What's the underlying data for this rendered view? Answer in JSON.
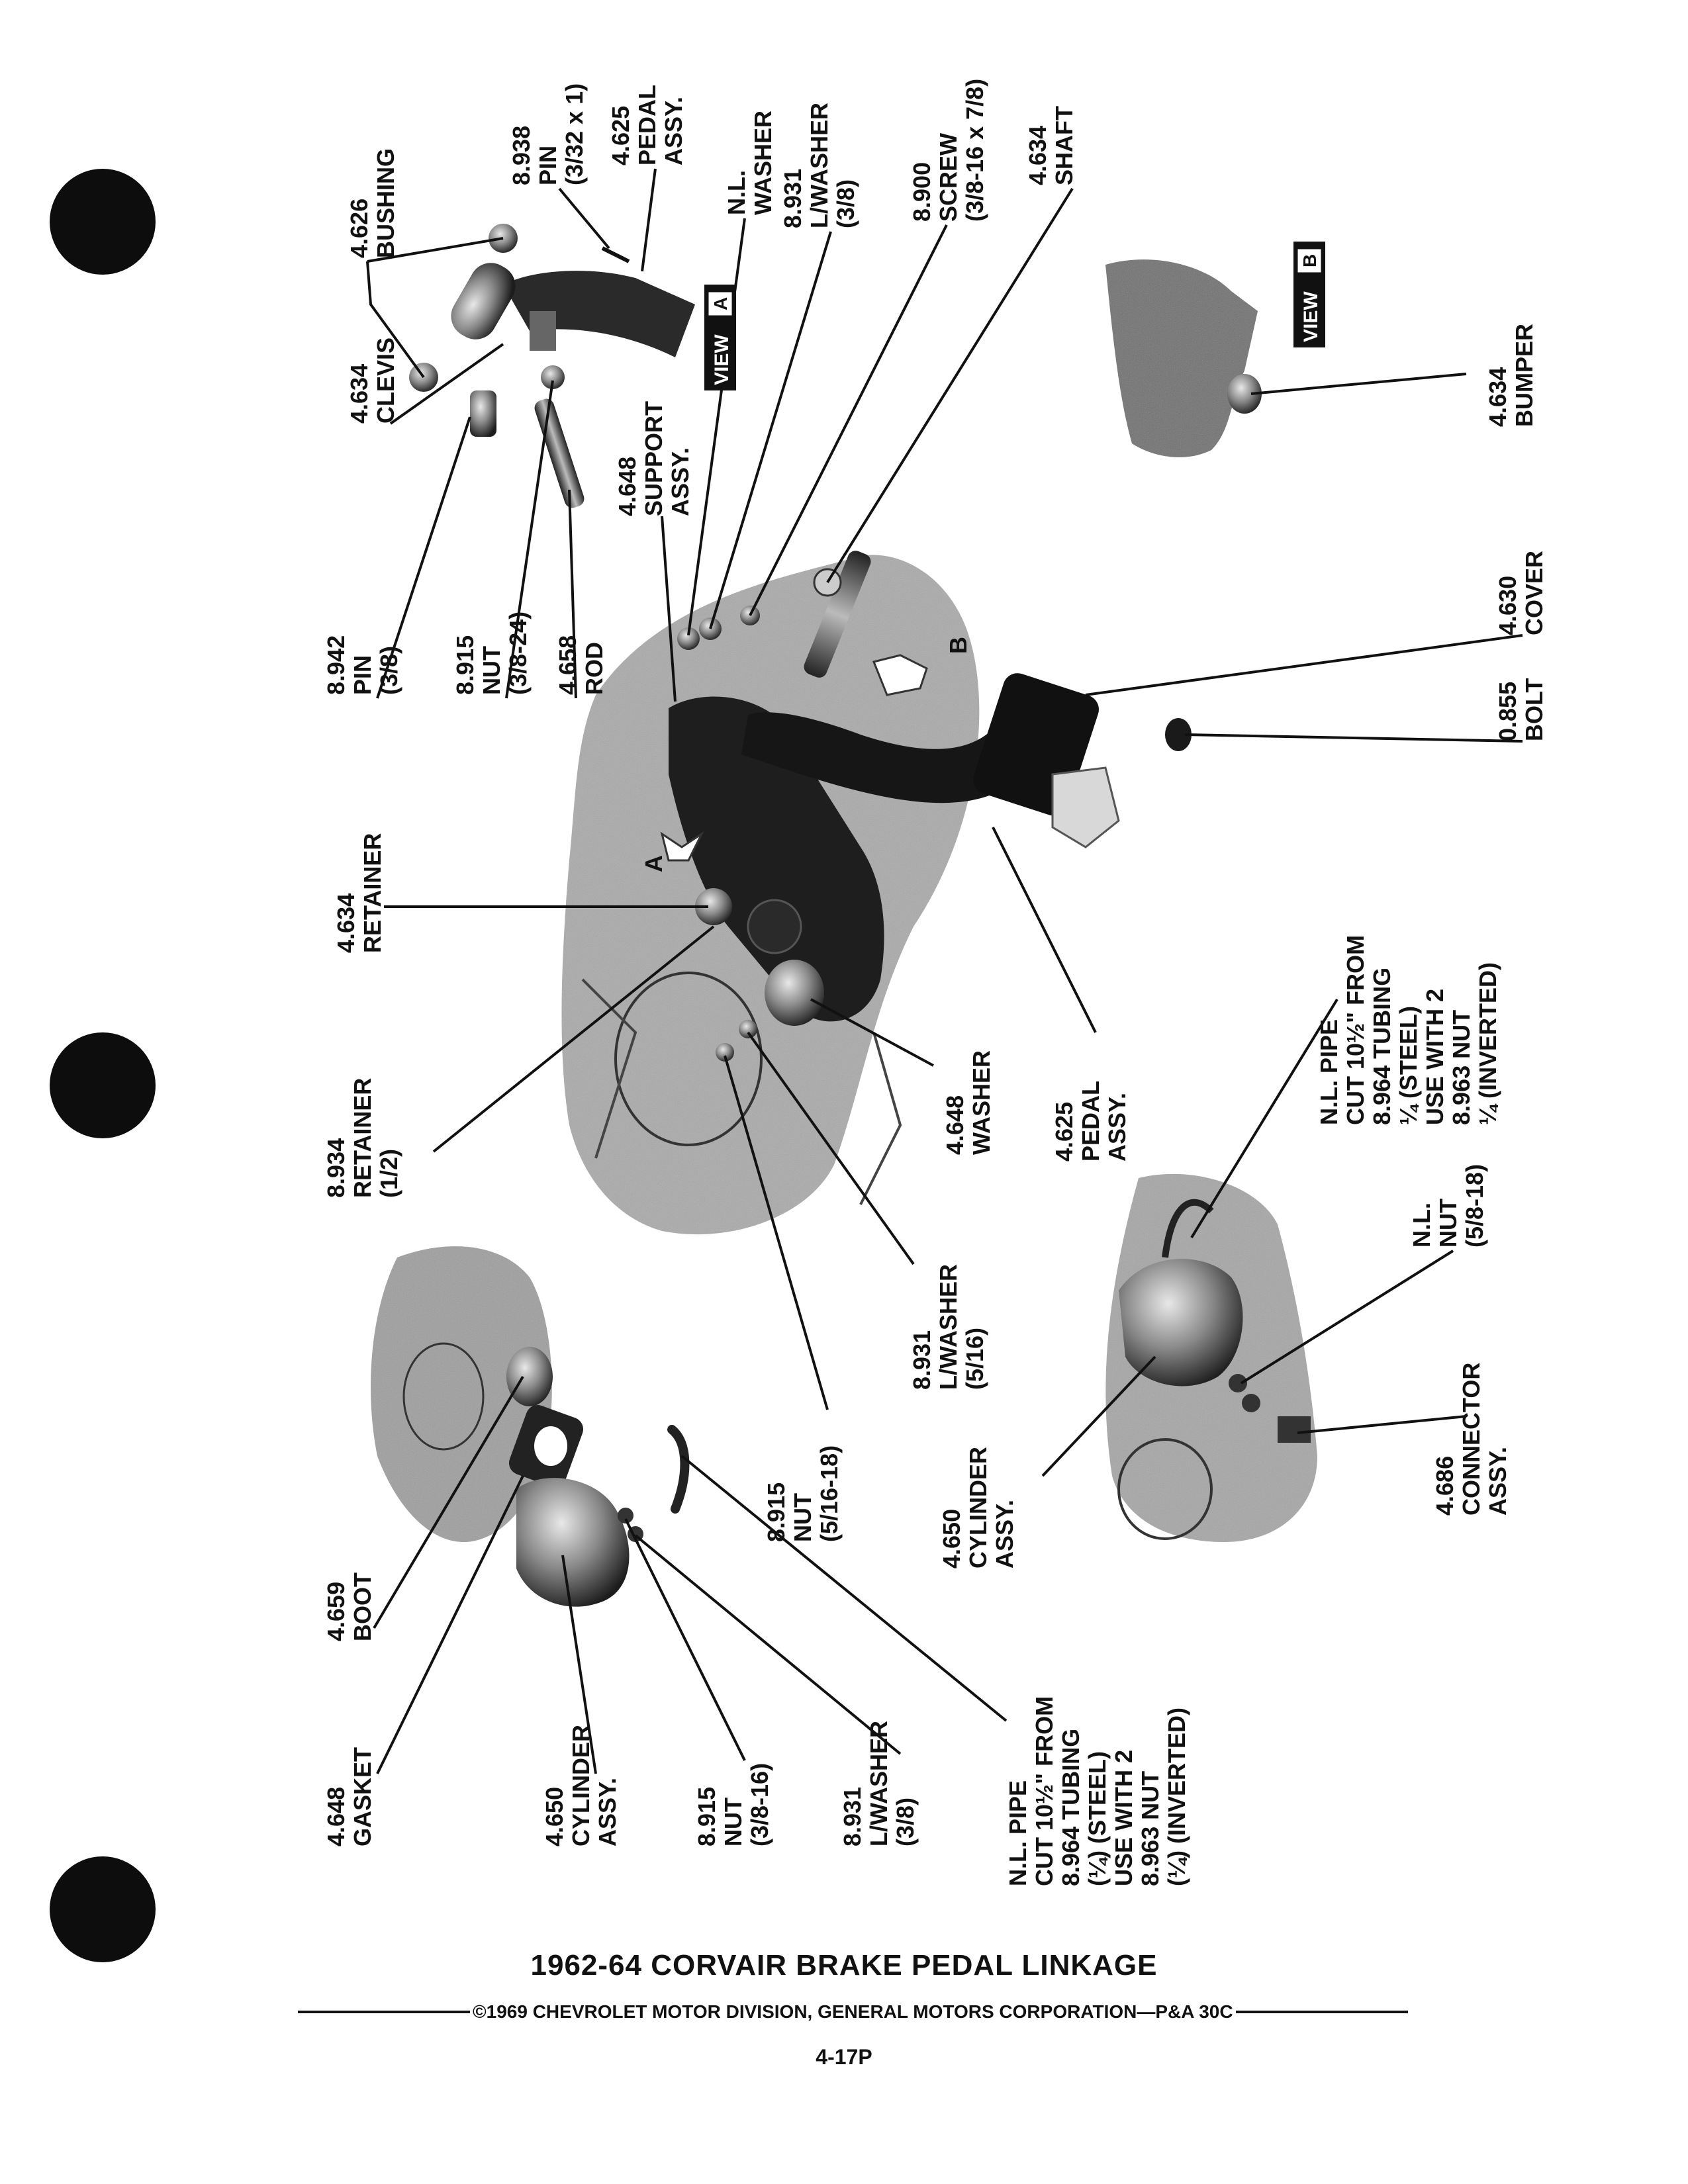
{
  "view_labels": {
    "a": "VIEW",
    "a_letter": "A",
    "b": "VIEW",
    "b_letter": "B",
    "marker_a": "A",
    "marker_b": "B"
  },
  "callouts": [
    {
      "id": "bushing",
      "lines": [
        "4.626",
        "BUSHING"
      ]
    },
    {
      "id": "pin-small",
      "lines": [
        "8.938",
        "PIN",
        "(3/32 x 1)"
      ]
    },
    {
      "id": "pedal-assy-top",
      "lines": [
        "4.625",
        "PEDAL",
        "ASSY."
      ]
    },
    {
      "id": "washer-nl",
      "lines": [
        "N.L.",
        "WASHER"
      ]
    },
    {
      "id": "lwasher-3-8",
      "lines": [
        "8.931",
        "L/WASHER",
        "(3/8)"
      ]
    },
    {
      "id": "screw",
      "lines": [
        "8.900",
        "SCREW",
        "(3/8-16 x 7/8)"
      ]
    },
    {
      "id": "shaft",
      "lines": [
        "4.634",
        "SHAFT"
      ]
    },
    {
      "id": "clevis",
      "lines": [
        "4.634",
        "CLEVIS"
      ]
    },
    {
      "id": "support-assy",
      "lines": [
        "4.648",
        "SUPPORT",
        "ASSY."
      ]
    },
    {
      "id": "bumper",
      "lines": [
        "4.634",
        "BUMPER"
      ]
    },
    {
      "id": "pin-3-8",
      "lines": [
        "8.942",
        "PIN",
        "(3/8)"
      ]
    },
    {
      "id": "nut-3-8-24",
      "lines": [
        "8.915",
        "NUT",
        "(3/8-24)"
      ]
    },
    {
      "id": "rod",
      "lines": [
        "4.658",
        "ROD"
      ]
    },
    {
      "id": "cover",
      "lines": [
        "4.630",
        "COVER"
      ]
    },
    {
      "id": "bolt",
      "lines": [
        "0.855",
        "BOLT"
      ]
    },
    {
      "id": "retainer",
      "lines": [
        "4.634",
        "RETAINER"
      ]
    },
    {
      "id": "retainer-half",
      "lines": [
        "8.934",
        "RETAINER",
        "(1/2)"
      ]
    },
    {
      "id": "washer-4648",
      "lines": [
        "4.648",
        "WASHER"
      ]
    },
    {
      "id": "pedal-assy-mid",
      "lines": [
        "4.625",
        "PEDAL",
        "ASSY."
      ]
    },
    {
      "id": "pipe-right",
      "lines": [
        "N.L. PIPE",
        "CUT 10½\" FROM",
        "8.964 TUBING",
        "¼ (STEEL)",
        "USE WITH 2",
        "8.963 NUT",
        "¼ (INVERTED)"
      ]
    },
    {
      "id": "lwasher-5-16",
      "lines": [
        "8.931",
        "L/WASHER",
        "(5/16)"
      ]
    },
    {
      "id": "nut-5-16-18",
      "lines": [
        "8.915",
        "NUT",
        "(5/16-18)"
      ]
    },
    {
      "id": "cylinder-assy-right",
      "lines": [
        "4.650",
        "CYLINDER",
        "ASSY."
      ]
    },
    {
      "id": "nut-nl",
      "lines": [
        "N.L.",
        "NUT",
        "(5/8-18)"
      ]
    },
    {
      "id": "connector",
      "lines": [
        "4.686",
        "CONNECTOR",
        "ASSY."
      ]
    },
    {
      "id": "boot",
      "lines": [
        "4.659",
        "BOOT"
      ]
    },
    {
      "id": "gasket",
      "lines": [
        "4.648",
        "GASKET"
      ]
    },
    {
      "id": "cylinder-assy-left",
      "lines": [
        "4.650",
        "CYLINDER",
        "ASSY."
      ]
    },
    {
      "id": "nut-3-8-16",
      "lines": [
        "8.915",
        "NUT",
        "(3/8-16)"
      ]
    },
    {
      "id": "lwasher-3-8-b",
      "lines": [
        "8.931",
        "L/WASHER",
        "(3/8)"
      ]
    },
    {
      "id": "pipe-left",
      "lines": [
        "N.L. PIPE",
        "CUT 10½\" FROM",
        "8.964 TUBING",
        "(¼) (STEEL)",
        "USE WITH 2",
        "8.963 NUT",
        "(¼) (INVERTED)"
      ]
    }
  ],
  "caption": "1962-64 CORVAIR BRAKE PEDAL LINKAGE",
  "copyright": "©1969 CHEVROLET MOTOR DIVISION, GENERAL MOTORS CORPORATION—P&A 30C",
  "page_number": "4-17P"
}
